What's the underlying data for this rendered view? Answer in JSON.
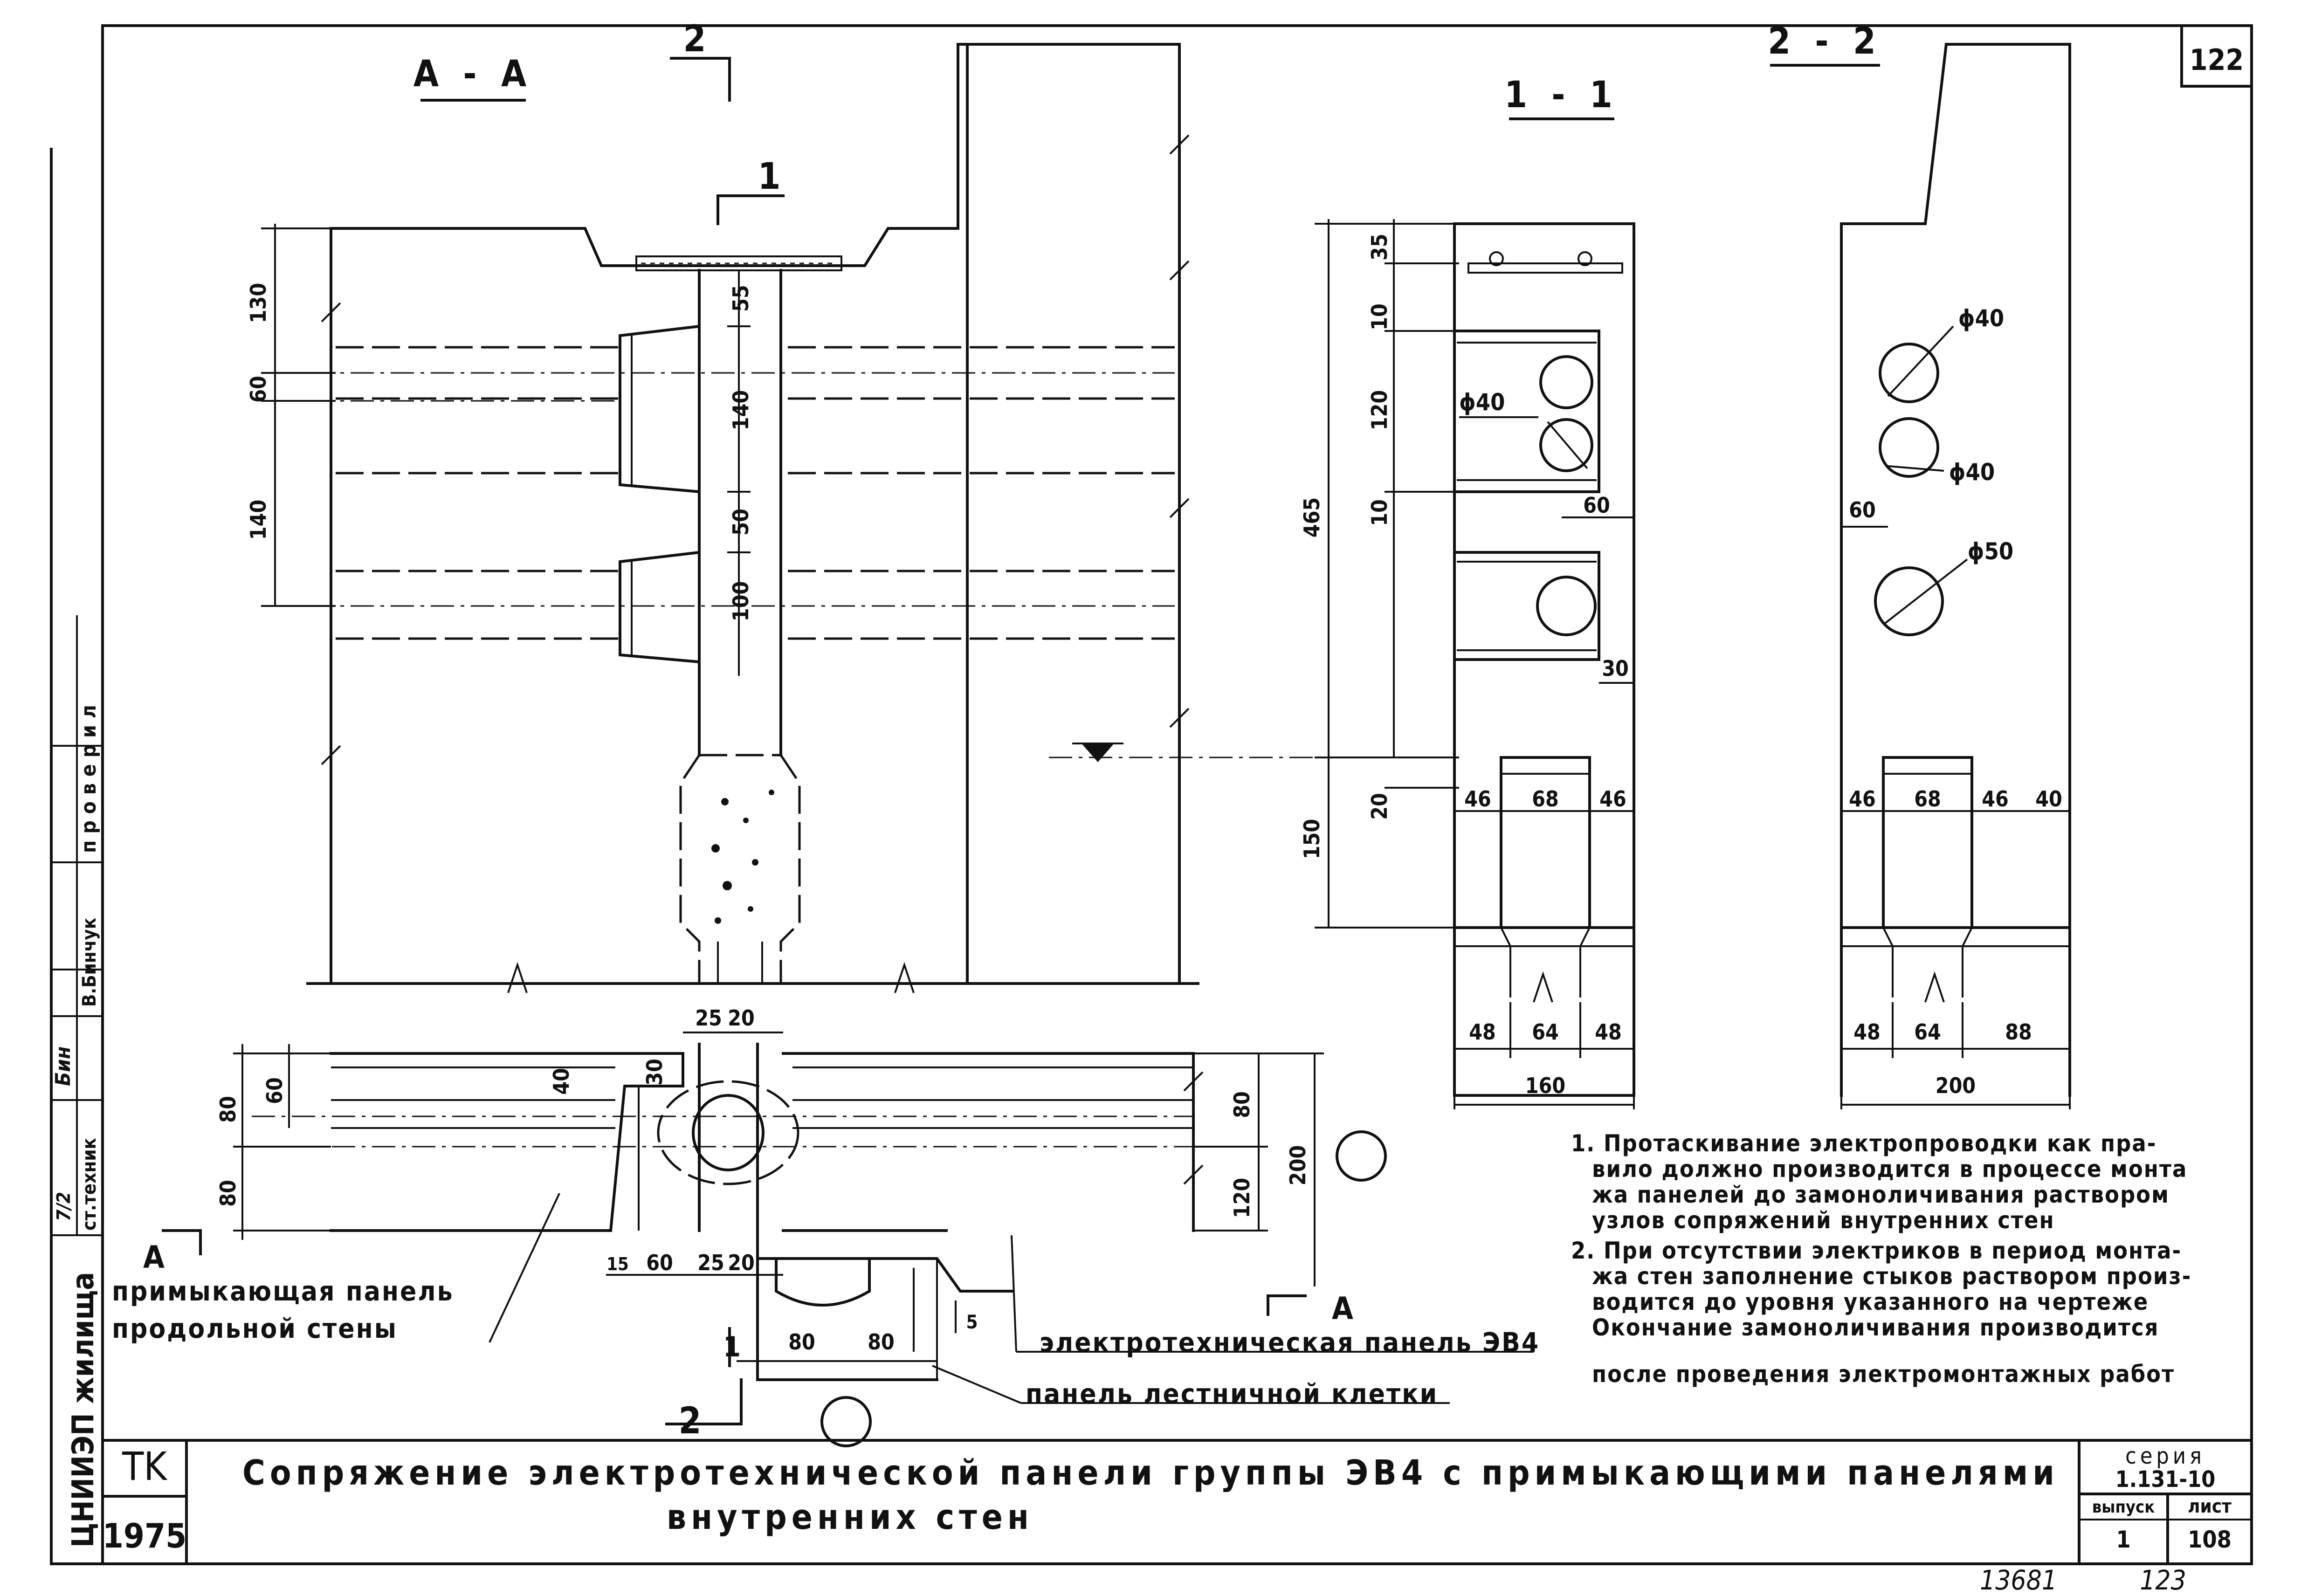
{
  "sheet": {
    "page_number": "122",
    "organization_abbr": "TK",
    "year": "1975",
    "title_line1": "Сопряжение электротехнической панели группы ЭВ4 с примыкающими панелями",
    "title_line2": "внутренних стен",
    "series_label": "серия",
    "series_value": "1.131-10",
    "issue_label": "выпуск",
    "issue_value": "1",
    "sheet_label": "лист",
    "sheet_value": "108",
    "handwritten_inventory": "13681",
    "handwritten_page": "123"
  },
  "side_stamp": {
    "org": "ЦНИИЭП жилища",
    "role_technician": "ст.техник",
    "role_checked": "проверил",
    "name": "В.Бинчук",
    "signature_mark": "Бин",
    "date_mark": "7/2"
  },
  "views": {
    "section_aa": "А - А",
    "section_11": "1 - 1",
    "section_22": "2 - 2",
    "cut_2": "2",
    "cut_1": "1",
    "cut_a": "А"
  },
  "dims_aa": {
    "h130": "130",
    "h60": "60",
    "h140": "140",
    "v55": "55",
    "v140": "140",
    "v50": "50",
    "v100": "100"
  },
  "dims_11": {
    "d35": "35",
    "d10a": "10",
    "d120": "120",
    "d10b": "10",
    "d465": "465",
    "d150": "150",
    "d20": "20",
    "phi40": "ϕ40",
    "d60": "60",
    "d30": "30",
    "w46a": "46",
    "w68": "68",
    "w46b": "46",
    "w48a": "48",
    "w64": "64",
    "w48b": "48",
    "w160": "160"
  },
  "dims_22": {
    "phi40a": "ϕ40",
    "phi40b": "ϕ40",
    "phi50": "ϕ50",
    "d60": "60",
    "w46a": "46",
    "w68": "68",
    "w46b": "46",
    "w40": "40",
    "w48": "48",
    "w64": "64",
    "w88": "88",
    "w200": "200"
  },
  "dims_plan": {
    "top25": "25",
    "top20": "20",
    "d40": "40",
    "d30": "30",
    "left80a": "80",
    "left60": "60",
    "left80b": "80",
    "b15": "15",
    "b60": "60",
    "b25": "25",
    "b20": "20",
    "right80": "80",
    "right120": "120",
    "right200": "200",
    "s80a": "80",
    "s80b": "80",
    "s5": "5"
  },
  "callouts": {
    "adjacent_panel_1": "примыкающая панель",
    "adjacent_panel_2": "продольной стены",
    "electro_panel": "электротехническая панель ЭВ4",
    "stair_panel": "панель лестничной клетки"
  },
  "notes": [
    "1. Протаскивание электропроводки как пра-",
    "вило должно производится в процессе монта",
    "жа панелей до замоноличивания раствором",
    "узлов сопряжений внутренних стен",
    "2. При отсутствии электриков в период монта-",
    "жа стен заполнение стыков раствором произ-",
    "водится до уровня указанного на чертеже",
    "Окончание замоноличивания производится",
    "после проведения электромонтажных работ"
  ]
}
